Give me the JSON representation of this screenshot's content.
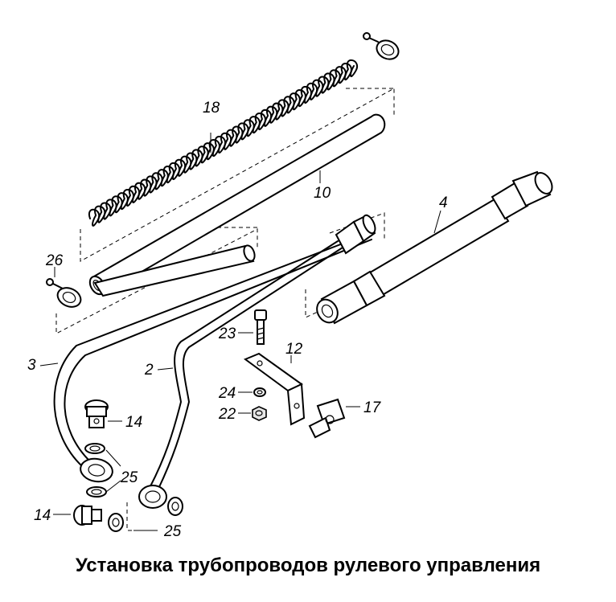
{
  "caption": "Установка трубопроводов рулевого управления",
  "callouts": {
    "n18": "18",
    "n10": "10",
    "n4": "4",
    "n26": "26",
    "n3": "3",
    "n2": "2",
    "n23": "23",
    "n12": "12",
    "n24": "24",
    "n22": "22",
    "n17": "17",
    "n14a": "14",
    "n25a": "25",
    "n14b": "14",
    "n25b": "25"
  }
}
